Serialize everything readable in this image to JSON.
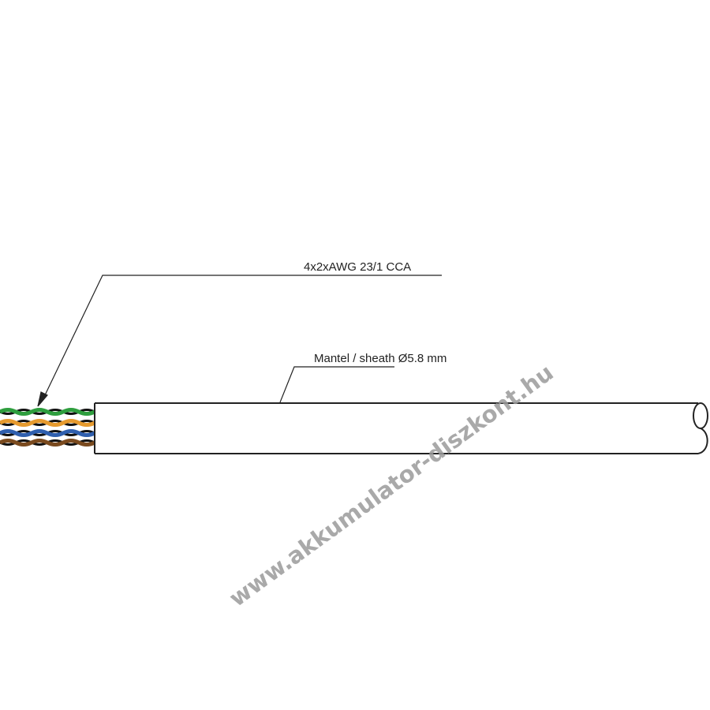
{
  "labels": {
    "conductors": "4x2xAWG 23/1 CCA",
    "sheath": "Mantel / sheath Ø5.8 mm"
  },
  "watermark": "www.akkumulator-diszkont.hu",
  "wire_colors": [
    "#2e9e3e",
    "#e69a2e",
    "#2f5fae",
    "#7a4a1e"
  ]
}
